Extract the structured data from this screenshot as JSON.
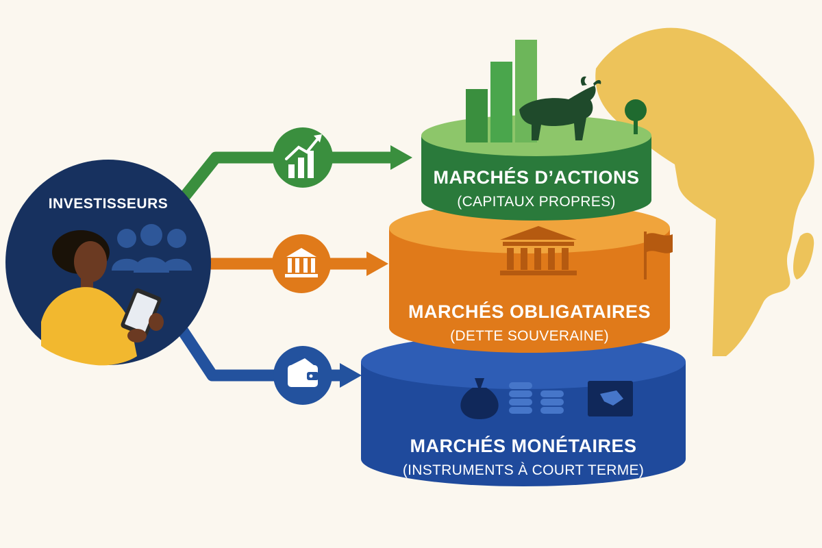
{
  "investors": {
    "label": "INVESTISSEURS"
  },
  "tiers": [
    {
      "title": "MARCHÉS D’ACTIONS",
      "subtitle": "(CAPITAUX PROPRES)",
      "color": "#2a7a3b"
    },
    {
      "title": "MARCHÉS OBLIGATAIRES",
      "subtitle": "(DETTE SOUVERAINE)",
      "color": "#e07a1a"
    },
    {
      "title": "MARCHÉS MONÉTAIRES",
      "subtitle": "(INSTRUMENTS À COURT TERME)",
      "color": "#1f4a9c"
    }
  ],
  "flows": [
    {
      "icon": "growth-chart-icon",
      "color": "#3a8f3e"
    },
    {
      "icon": "bank-building-icon",
      "color": "#e07a1a"
    },
    {
      "icon": "wallet-icon",
      "color": "#23529e"
    }
  ],
  "palette": {
    "background": "#fbf7ef",
    "navy": "#17315f",
    "africa": "#edc35a",
    "skin": "#6b3a22",
    "sweater": "#f2b82f"
  }
}
